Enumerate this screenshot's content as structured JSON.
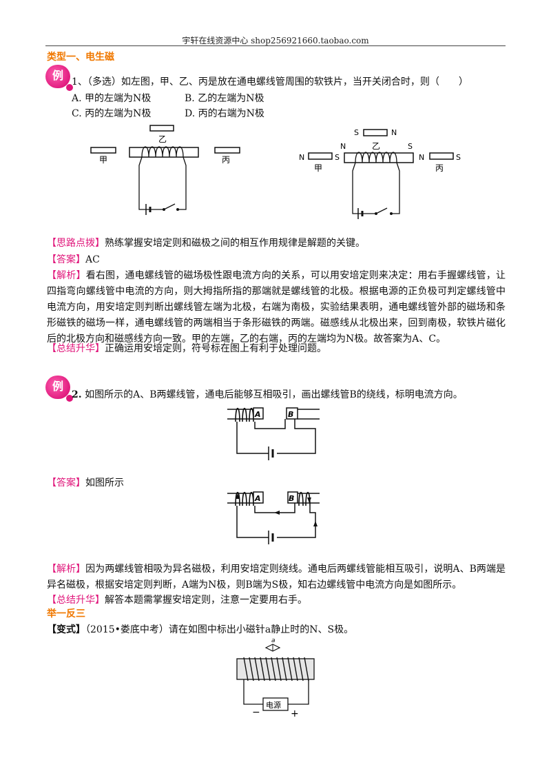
{
  "header": {
    "text": "宇轩在线资源中心   shop256921660.taobao.com"
  },
  "section1": {
    "title": "类型一、电生磁"
  },
  "badge_char": "例",
  "q1": {
    "stem": "1、（多选）如左图，甲、乙、丙是放在通电螺线管周围的软铁片，当开关闭合时，则（　　）",
    "optA": "A.  甲的左端为N极",
    "optB": "B.  乙的左端为N极",
    "optC": "C.  丙的左端为N极",
    "optD": "D.  丙的右端为N极",
    "fig_left": {
      "jia": "甲",
      "yi": "乙",
      "bing": "丙"
    },
    "fig_right": {
      "jia": "甲",
      "yi": "乙",
      "bing": "丙",
      "S": "S",
      "N": "N"
    },
    "hint_tag": "【思路点拨】",
    "hint": "熟练掌握安培定则和磁极之间的相互作用规律是解题的关键。",
    "answer_tag": "【答案】",
    "answer": "AC",
    "analysis_tag": "【解析】",
    "analysis": "看右图，通电螺线管的磁场极性跟电流方向的关系，可以用安培定则来决定：用右手握螺线管，让四指弯向螺线管中电流的方向，则大拇指所指的那端就是螺线管的北极。根据电源的正负极可判定螺线管中电流方向，用安培定则判断出螺线管左端为北极，右端为南极，实验结果表明，通电螺线管外部的磁场和条形磁铁的磁场一样，通电螺线管的两端相当于条形磁铁的两端。磁感线从北极出来，回到南极，软铁片磁化后的北极方向和磁感线方向一致。甲的左端，乙的右端，丙的左端均为N极。故答案为A、C。",
    "summary_tag": "【总结升华】",
    "summary": "正确运用安培定则，符号标在图上有利于处理问题。"
  },
  "q2": {
    "num": "2.",
    "stem": "如图所示的A、B两螺线管，通电后能够互相吸引，画出螺线管B的绕线，标明电流方向。",
    "labelA": "A",
    "labelB": "B",
    "answer_tag": "【答案】",
    "answer": "如图所示",
    "analysis_tag": "【解析】",
    "analysis": "因为两螺线管相吸为异名磁极，利用安培定则绕线。通电后两螺线管能相互吸引，说明A、B两端是异名磁极，根据安培定则判断，A端为N极，则B端为S极，知右边螺线管中电流方向是如图所示。",
    "summary_tag": "【总结升华】",
    "summary": "解答本题需掌握安培定则，注意一定要用右手。"
  },
  "section2": {
    "title": "举一反三"
  },
  "variant": {
    "tag": "【变式】",
    "text": "（2015•娄底中考）请在如图中标出小磁针a静止时的N、S极。",
    "needle_label": "a",
    "power_label": "电源",
    "minus": "−",
    "plus": "+"
  }
}
